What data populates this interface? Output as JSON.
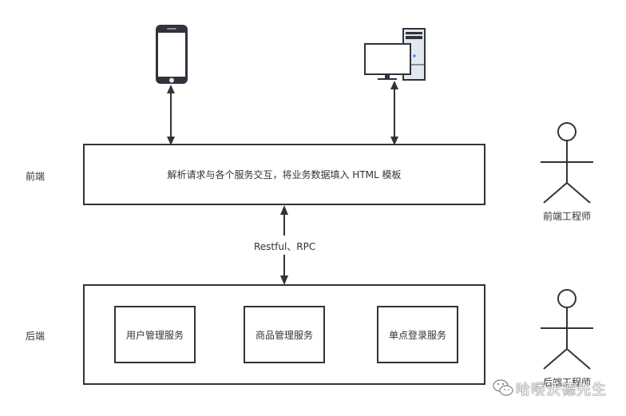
{
  "tiers": {
    "frontend": {
      "label": "前端",
      "box_text": "解析请求与各个服务交互，将业务数据填入 HTML 模板"
    },
    "backend": {
      "label": "后端",
      "services": [
        {
          "label": "用户管理服务"
        },
        {
          "label": "商品管理服务"
        },
        {
          "label": "单点登录服务"
        }
      ]
    }
  },
  "connector": {
    "label": "Restful、RPC"
  },
  "clients": [
    {
      "icon": "smartphone-icon"
    },
    {
      "icon": "desktop-computer-icon"
    }
  ],
  "actors": [
    {
      "label": "前端工程师"
    },
    {
      "label": "后端工程师"
    }
  ],
  "watermark": {
    "text": "哈喽沃德先生"
  },
  "colors": {
    "stroke": "#333333",
    "device_dark": "#30333c",
    "tower_fill": "#e3e8ee",
    "led": "#3b7bf0"
  }
}
